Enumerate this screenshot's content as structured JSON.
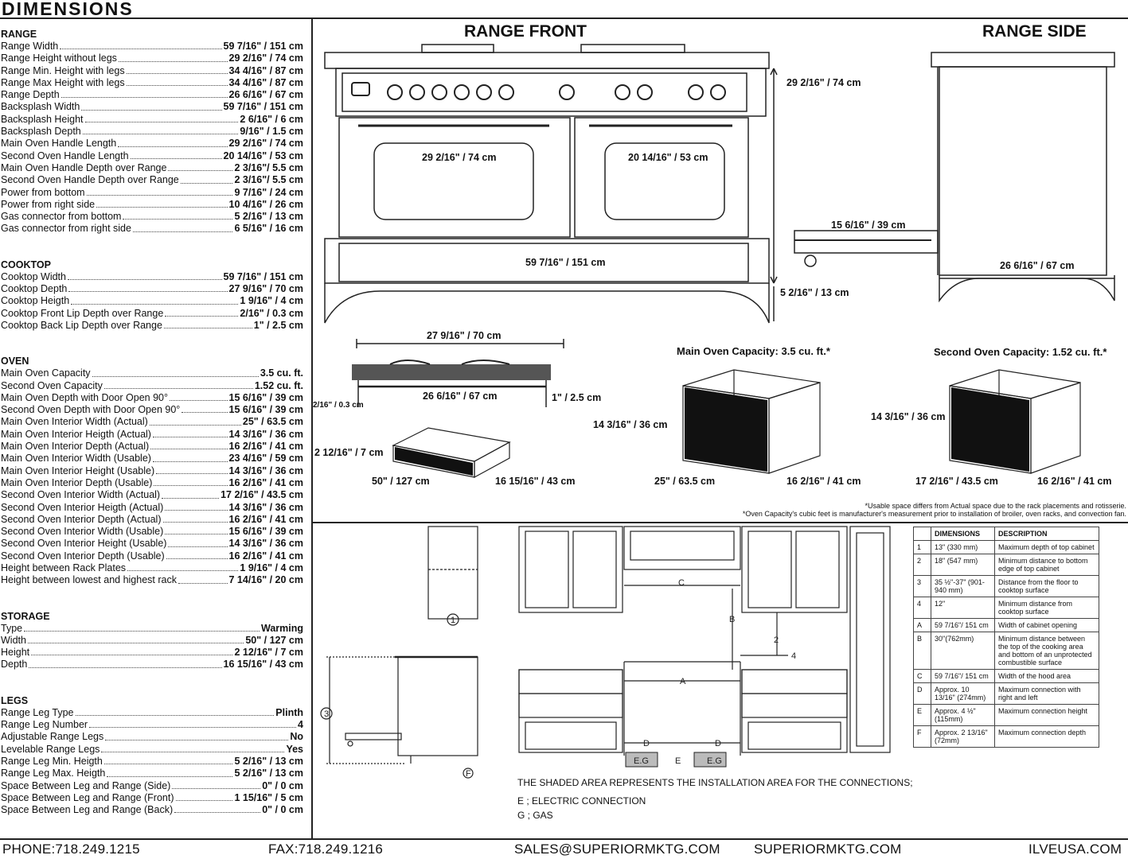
{
  "title": "DIMENSIONS",
  "sections": [
    {
      "name": "RANGE",
      "rows": [
        {
          "label": "Range Width",
          "value": "59 7/16\" / 151 cm"
        },
        {
          "label": "Range Height without legs",
          "value": "29 2/16\" / 74 cm"
        },
        {
          "label": "Range Min. Height with legs",
          "value": "34 4/16\" / 87 cm"
        },
        {
          "label": "Range Max Height with legs",
          "value": "34 4/16\" / 87 cm"
        },
        {
          "label": "Range Depth",
          "value": "26 6/16\" / 67 cm"
        },
        {
          "label": "Backsplash Width",
          "value": "59 7/16\" / 151 cm"
        },
        {
          "label": "Backsplash Height",
          "value": "2 6/16\" / 6 cm"
        },
        {
          "label": "Backsplash Depth",
          "value": "9/16\" / 1.5 cm"
        },
        {
          "label": "Main Oven Handle Length",
          "value": "29 2/16\" / 74 cm"
        },
        {
          "label": "Second Oven Handle Length",
          "value": "20 14/16\" / 53 cm"
        },
        {
          "label": "Main Oven Handle Depth over Range",
          "value": "2 3/16\"/ 5.5 cm"
        },
        {
          "label": "Second Oven Handle Depth over Range",
          "value": "2 3/16\"/ 5.5 cm"
        },
        {
          "label": "Power from bottom",
          "value": "9 7/16\" / 24 cm"
        },
        {
          "label": "Power from right side",
          "value": "10 4/16\" / 26 cm"
        },
        {
          "label": "Gas connector from bottom",
          "value": "5 2/16\" / 13 cm"
        },
        {
          "label": "Gas connector from right side",
          "value": "6 5/16\" / 16 cm"
        }
      ]
    },
    {
      "name": "COOKTOP",
      "rows": [
        {
          "label": "Cooktop Width",
          "value": "59 7/16\" / 151 cm"
        },
        {
          "label": "Cooktop Depth",
          "value": "27 9/16\" / 70 cm"
        },
        {
          "label": "Cooktop Heigth",
          "value": "1 9/16\" / 4 cm"
        },
        {
          "label": "Cooktop Front Lip Depth over Range",
          "value": "2/16\" / 0.3 cm"
        },
        {
          "label": "Cooktop Back Lip Depth over Range",
          "value": "1\" / 2.5 cm"
        }
      ]
    },
    {
      "name": "OVEN",
      "rows": [
        {
          "label": "Main Oven Capacity",
          "value": "3.5 cu. ft."
        },
        {
          "label": "Second Oven Capacity",
          "value": "1.52 cu. ft."
        },
        {
          "label": "Main Oven Depth with Door Open 90°",
          "value": "15 6/16\" / 39 cm"
        },
        {
          "label": "Second Oven Depth with Door Open 90°",
          "value": "15 6/16\" / 39 cm"
        },
        {
          "label": "Main Oven Interior Width (Actual)",
          "value": "25\" / 63.5 cm"
        },
        {
          "label": "Main Oven Interior Heigth (Actual)",
          "value": "14 3/16\" / 36 cm"
        },
        {
          "label": "Main Oven Interior Depth (Actual)",
          "value": "16 2/16\" / 41 cm"
        },
        {
          "label": "Main Oven Interior Width (Usable)",
          "value": "23 4/16\" / 59 cm"
        },
        {
          "label": "Main Oven Interior Height (Usable)",
          "value": "14 3/16\" / 36 cm"
        },
        {
          "label": "Main Oven Interior Depth (Usable)",
          "value": "16 2/16\" / 41 cm"
        },
        {
          "label": "Second Oven Interior Width (Actual)",
          "value": "17 2/16\" / 43.5 cm"
        },
        {
          "label": "Second Oven Interior Heigth (Actual)",
          "value": "14 3/16\" / 36 cm"
        },
        {
          "label": "Second Oven Interior Depth (Actual)",
          "value": "16 2/16\" / 41 cm"
        },
        {
          "label": "Second Oven Interior Width (Usable)",
          "value": "15 6/16\" / 39 cm"
        },
        {
          "label": "Second Oven Interior Height (Usable)",
          "value": "14 3/16\" / 36 cm"
        },
        {
          "label": "Second Oven Interior Depth (Usable)",
          "value": "16 2/16\" / 41 cm"
        },
        {
          "label": "Height between Rack Plates",
          "value": "1 9/16\" / 4 cm"
        },
        {
          "label": "Height between lowest and highest rack",
          "value": "7 14/16\" / 20 cm"
        }
      ]
    },
    {
      "name": "STORAGE",
      "rows": [
        {
          "label": "Type",
          "value": "Warming"
        },
        {
          "label": "Width",
          "value": "50\" / 127 cm"
        },
        {
          "label": "Height",
          "value": "2 12/16\" / 7 cm"
        },
        {
          "label": "Depth",
          "value": "16 15/16\" / 43 cm"
        }
      ]
    },
    {
      "name": "LEGS",
      "rows": [
        {
          "label": "Range Leg Type",
          "value": "Plinth"
        },
        {
          "label": "Range Leg Number",
          "value": "4"
        },
        {
          "label": "Adjustable Range Legs",
          "value": "No"
        },
        {
          "label": "Levelable Range Legs",
          "value": "Yes"
        },
        {
          "label": "Range Leg Min. Heigth",
          "value": "5 2/16\" / 13 cm"
        },
        {
          "label": "Range Leg Max. Heigth",
          "value": "5 2/16\" / 13 cm"
        },
        {
          "label": "Space Between Leg and Range (Side)",
          "value": "0\" / 0 cm"
        },
        {
          "label": "Space Between Leg and Range (Front)",
          "value": "1 15/16\" / 5 cm"
        },
        {
          "label": "Space Between Leg and Range (Back)",
          "value": "0\" / 0 cm"
        }
      ]
    }
  ],
  "diagrams": {
    "front_title": "RANGE FRONT",
    "side_title": "RANGE SIDE",
    "front_height": "29 2/16\" / 74 cm",
    "main_handle": "29 2/16\" / 74 cm",
    "second_handle": "20 14/16\" / 53 cm",
    "front_width": "59 7/16\" / 151 cm",
    "leg_height": "5 2/16\" / 13 cm",
    "door_open": "15 6/16\" / 39 cm",
    "side_depth": "26 6/16\" / 67 cm",
    "cooktop_depth": "27 9/16\" / 70 cm",
    "cooktop_inner": "26 6/16\" / 67 cm",
    "cooktop_lip_back": "1\" / 2.5 cm",
    "cooktop_lip_front": "2/16\" / 0.3 cm",
    "storage_height": "2 12/16\" / 7 cm",
    "storage_width": "50\" / 127 cm",
    "storage_depth": "16 15/16\" / 43 cm",
    "main_cap_title": "Main Oven Capacity: 3.5 cu. ft.*",
    "main_cap_h": "14 3/16\" / 36 cm",
    "main_cap_w": "25\" / 63.5 cm",
    "main_cap_d": "16 2/16\" / 41 cm",
    "second_cap_title": "Second Oven Capacity: 1.52 cu. ft.*",
    "second_cap_h": "14 3/16\" / 36 cm",
    "second_cap_w": "17 2/16\" / 43.5 cm",
    "second_cap_d": "16 2/16\" / 41 cm",
    "note1": "*Usable space differs from Actual space due to the rack placements and rotisserie.",
    "note2": "*Oven Capacity's cubic feet is manufacturer's measurement prior to installation of broiler, oven racks, and convection fan.",
    "install_note": "THE SHADED AREA REPRESENTS THE INSTALLATION AREA FOR THE CONNECTIONS;",
    "install_e": "E ; ELECTRIC CONNECTION",
    "install_g": "G ; GAS"
  },
  "install_table": {
    "headers": [
      "",
      "DIMENSIONS",
      "DESCRIPTION"
    ],
    "rows": [
      [
        "1",
        "13\" (330 mm)",
        "Maximum depth of top cabinet"
      ],
      [
        "2",
        "18\" (547 mm)",
        "Minimum distance to bottom edge of top cabinet"
      ],
      [
        "3",
        "35 ½\"-37\" (901-940 mm)",
        "Distance from the floor to cooktop surface"
      ],
      [
        "4",
        "12\"",
        "Minimum distance from cooktop surface"
      ],
      [
        "A",
        "59 7/16\"/ 151 cm",
        "Width of cabinet opening"
      ],
      [
        "B",
        "30\"(762mm)",
        "Minimum distance between the top of the cooking area and bottom of an unprotected combustible surface"
      ],
      [
        "C",
        "59 7/16\"/ 151 cm",
        "Width of the hood area"
      ],
      [
        "D",
        "Approx. 10 13/16\" (274mm)",
        "Maximum connection with right and left"
      ],
      [
        "E",
        "Approx. 4 ½\" (115mm)",
        "Maximum connection height"
      ],
      [
        "F",
        "Approx. 2 13/16\" (72mm)",
        "Maximum connection depth"
      ]
    ]
  },
  "footer": {
    "phone": "PHONE:718.249.1215",
    "fax": "FAX:718.249.1216",
    "email": "SALES@SUPERIORMKTG.COM",
    "site1": "SUPERIORMKTG.COM",
    "site2": "ILVEUSA.COM"
  }
}
